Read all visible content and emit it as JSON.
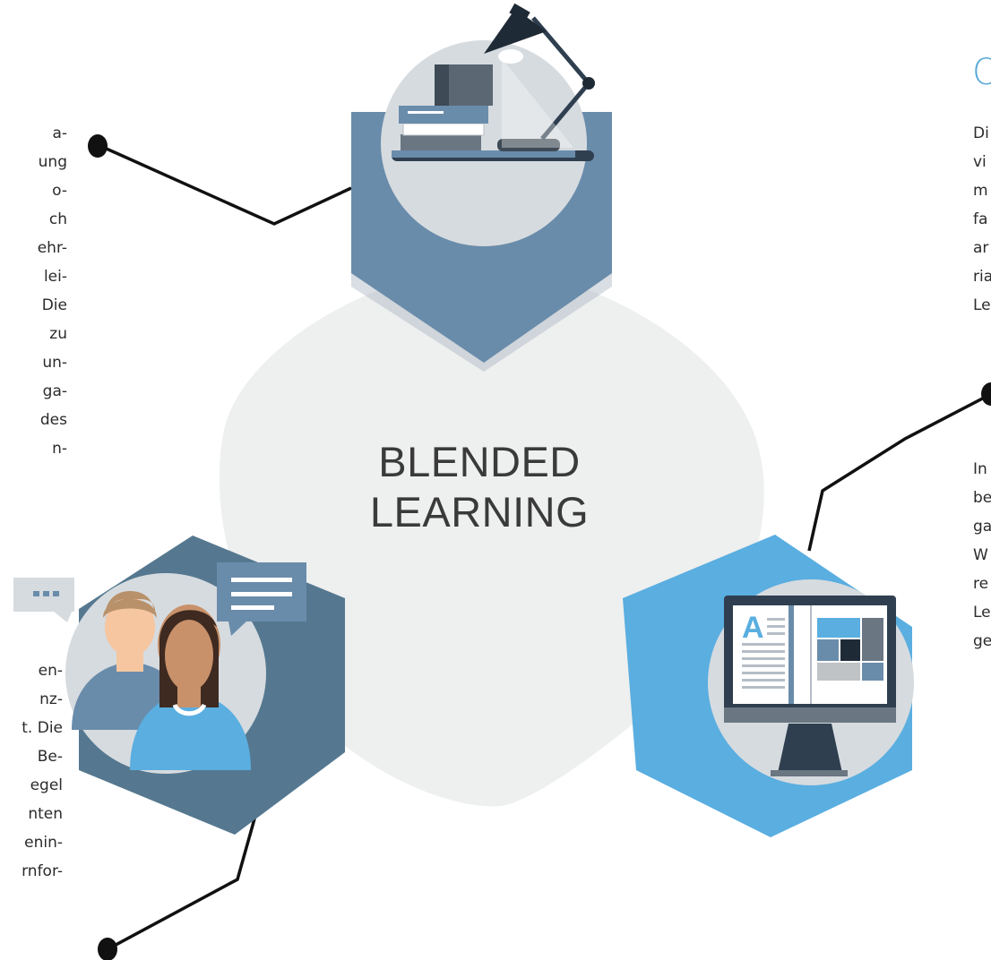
{
  "center_title": {
    "line1": "BLENDED",
    "line2": "LEARNING"
  },
  "right_heading": "O",
  "text_blocks": {
    "left_top": [
      "a-",
      "ung",
      "o-",
      "ch",
      "ehr-",
      "lei-",
      "Die",
      "zu",
      "un-",
      "ga-",
      "des",
      "n-"
    ],
    "left_bottom": [
      "en-",
      "nz-",
      "t. Die",
      "Be-",
      "egel",
      "nten",
      "enin-",
      "rnfor-"
    ],
    "right_top": [
      "Di",
      "vi",
      "m",
      "fa",
      "ar",
      "ria",
      "Le"
    ],
    "right_mid": [
      "In",
      "be",
      "ga",
      "W",
      "re",
      "Le",
      "ge"
    ]
  },
  "icons": {
    "top": "desk-lamp-books-icon",
    "left": "people-chat-icon",
    "right": "monitor-ebook-icon"
  },
  "colors": {
    "top_hexagon": "#6a8cab",
    "left_hexagon": "#557890",
    "right_hexagon": "#5aaee0",
    "center_shape": "#eeefef",
    "icon_circle": "#d6dbdf",
    "connector": "#111111",
    "heading_accent": "#5aa9d8"
  }
}
